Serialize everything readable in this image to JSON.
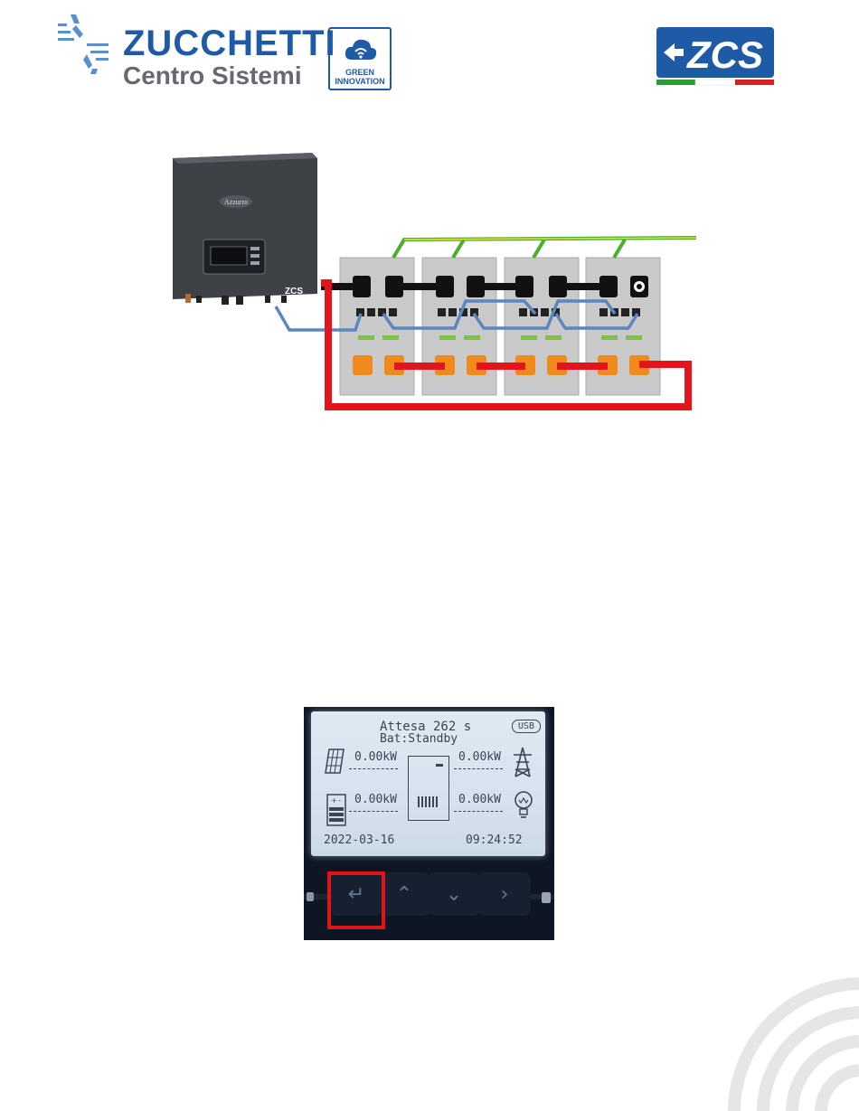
{
  "header": {
    "brand_name": "ZUCCHETTI",
    "brand_sub": "Centro Sistemi",
    "badge_line1": "GREEN",
    "badge_line2": "INNOVATION",
    "zcs_logo_text": "ZCS"
  },
  "diagram": {
    "inverter_label": "Azzurro",
    "inverter_badge": "ZCS",
    "battery_count": 4,
    "colors": {
      "ground": "#4caf2c",
      "ground_stripe": "#e8e53a",
      "negative": "#111111",
      "positive": "#e3141b",
      "communication": "#5b86c0",
      "battery_body": "#c9c9c9",
      "inverter_body": "#3e4247"
    }
  },
  "lcd": {
    "status_line": "Attesa 262 s",
    "usb_label": "USB",
    "battery_status": "Bat:Standby",
    "pv_power": "0.00kW",
    "grid_power": "0.00kW",
    "battery_power": "0.00kW",
    "load_power": "0.00kW",
    "date": "2022-03-16",
    "time": "09:24:52",
    "highlight_color": "#e0141b"
  },
  "buttons": [
    {
      "name": "back",
      "icon": "back-icon"
    },
    {
      "name": "up",
      "icon": "chevron-up-icon"
    },
    {
      "name": "down",
      "icon": "chevron-down-icon"
    },
    {
      "name": "enter",
      "icon": "chevron-right-icon"
    }
  ]
}
